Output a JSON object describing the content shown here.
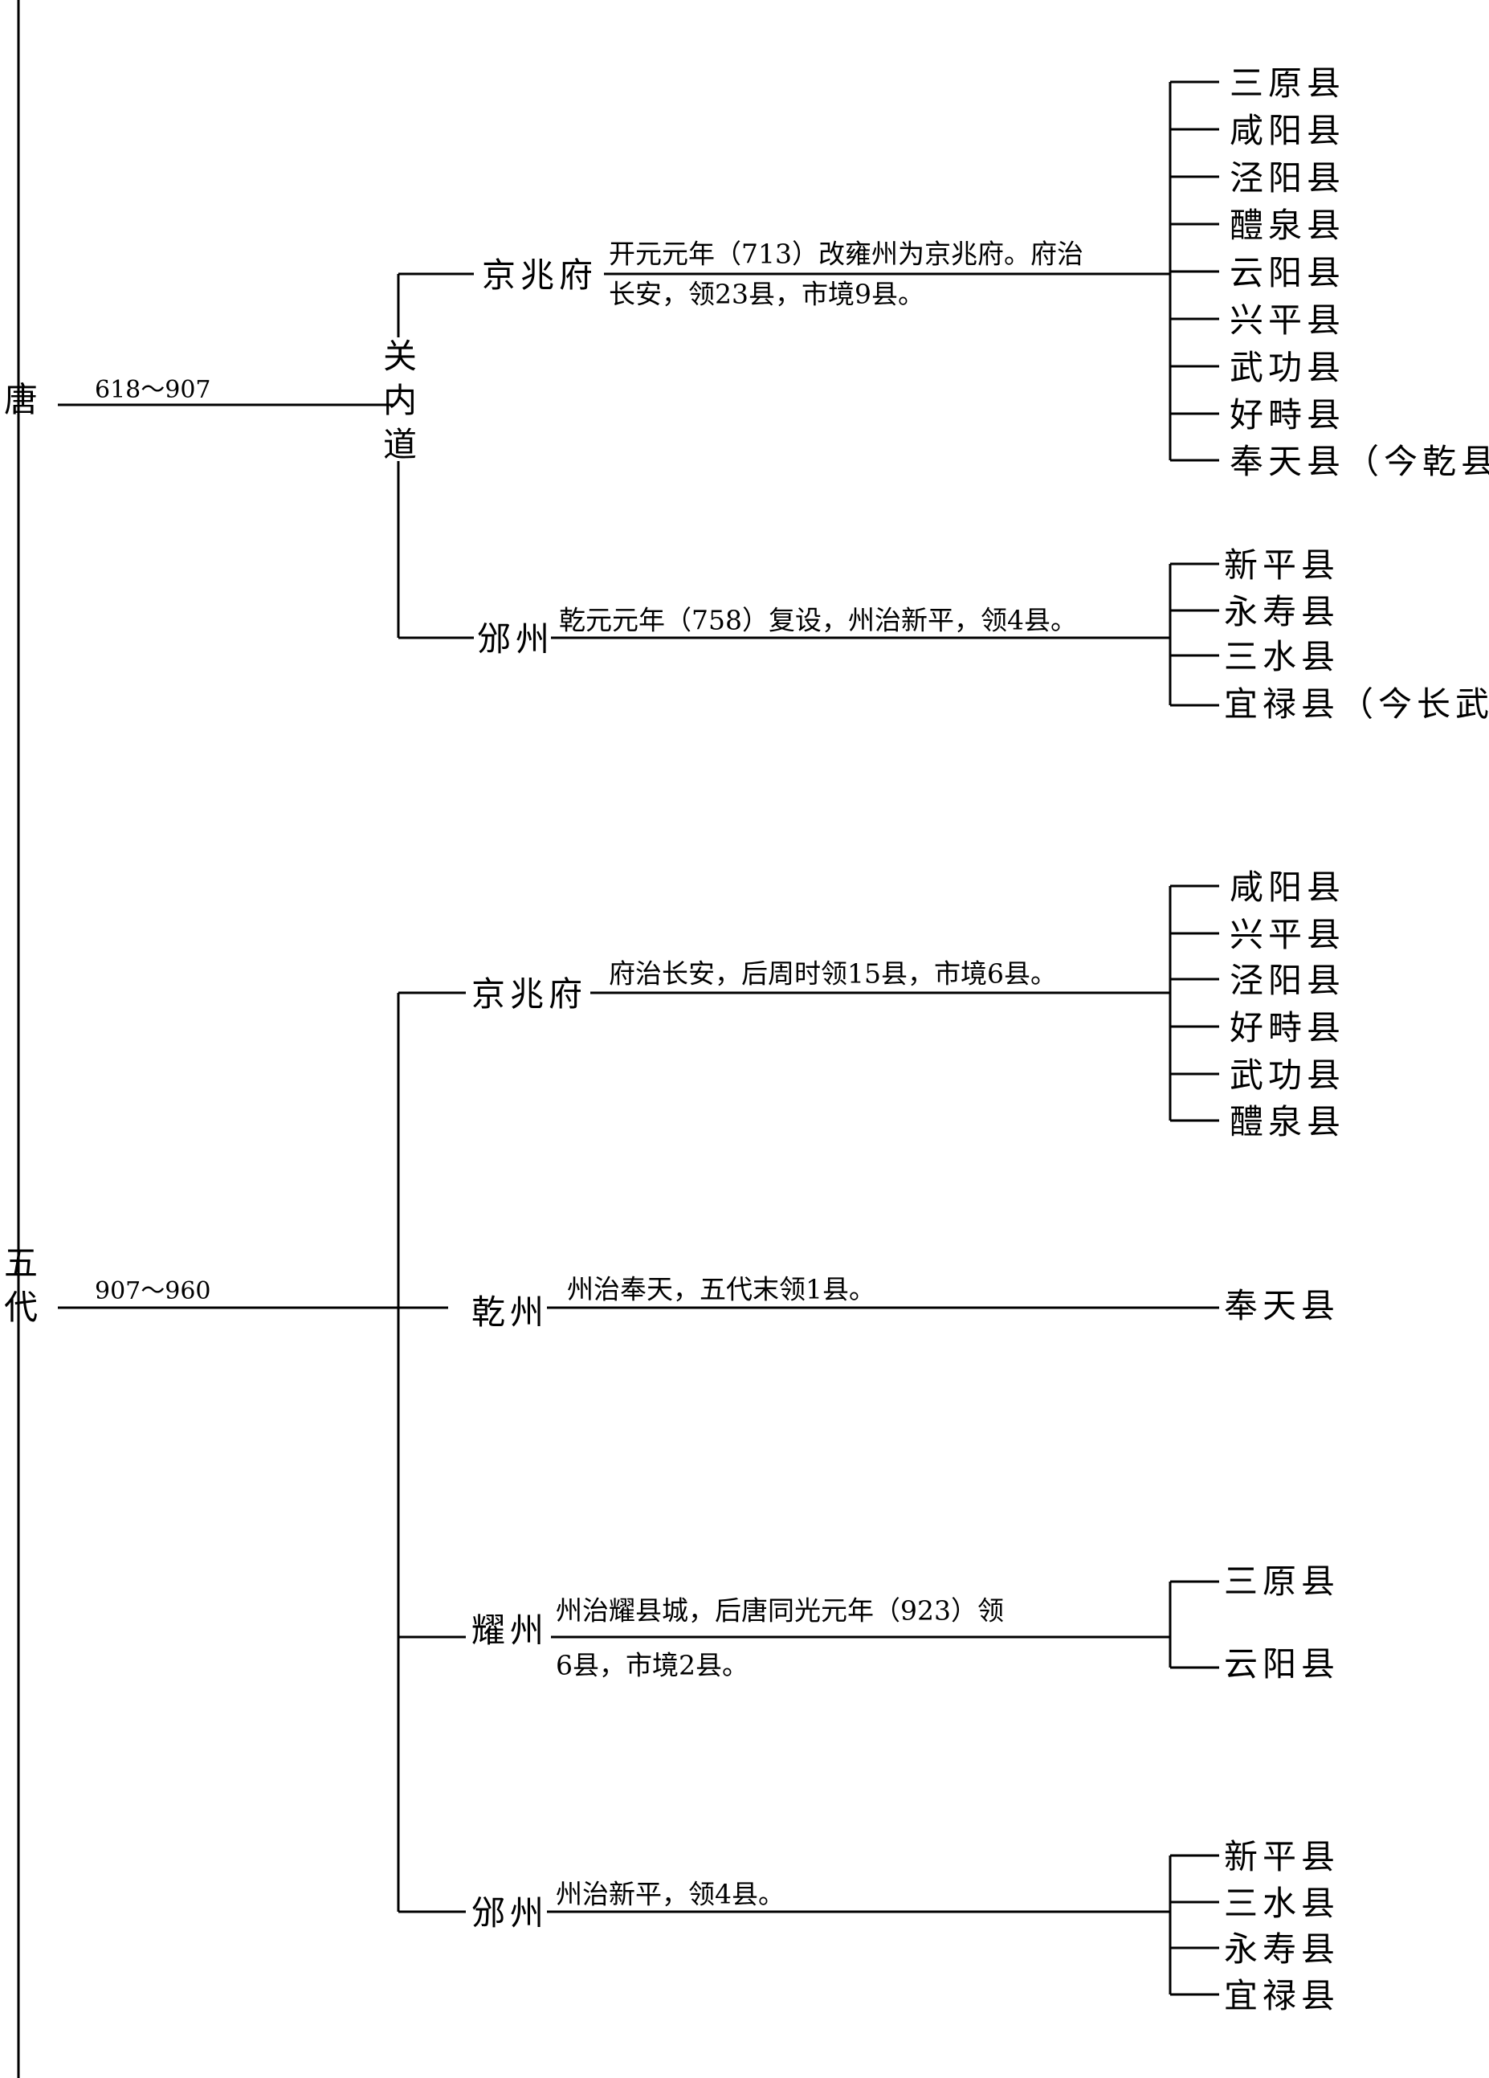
{
  "tang": {
    "dynasty": "唐",
    "years": "618～907",
    "circuit": "关内道",
    "jingzhao": {
      "name": "京兆府",
      "note_line1": "开元元年（713）改雍州为京兆府。府治",
      "note_line2": "长安，领23县，市境9县。",
      "counties": [
        "三原县",
        "咸阳县",
        "泾阳县",
        "醴泉县",
        "云阳县",
        "兴平县",
        "武功县",
        "好畤县",
        "奉天县（今乾县）"
      ]
    },
    "binzhou": {
      "name": "邠州",
      "note": "乾元元年（758）复设，州治新平，领4县。",
      "counties": [
        "新平县",
        "永寿县",
        "三水县",
        "宜禄县（今长武）"
      ]
    }
  },
  "wudai": {
    "dynasty": "五代",
    "years": "907～960",
    "jingzhao": {
      "name": "京兆府",
      "note": "府治长安，后周时领15县，市境6县。",
      "counties": [
        "咸阳县",
        "兴平县",
        "泾阳县",
        "好畤县",
        "武功县",
        "醴泉县"
      ]
    },
    "qianzhou": {
      "name": "乾州",
      "note": "州治奉天，五代末领1县。",
      "counties": [
        "奉天县"
      ]
    },
    "yaozhou": {
      "name": "耀州",
      "note_line1": "州治耀县城，后唐同光元年（923）领",
      "note_line2": "6县，市境2县。",
      "counties": [
        "三原县",
        "云阳县"
      ]
    },
    "binzhou": {
      "name": "邠州",
      "note": "州治新平，领4县。",
      "counties": [
        "新平县",
        "三水县",
        "永寿县",
        "宜禄县"
      ]
    }
  }
}
